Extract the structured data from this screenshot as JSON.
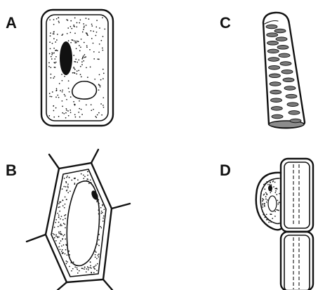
{
  "figure": {
    "labels": {
      "a": "A",
      "b": "B",
      "c": "C",
      "d": "D"
    },
    "colors": {
      "ink": "#111111",
      "background": "#ffffff",
      "plastid_fill": "#7a7a7a"
    }
  }
}
